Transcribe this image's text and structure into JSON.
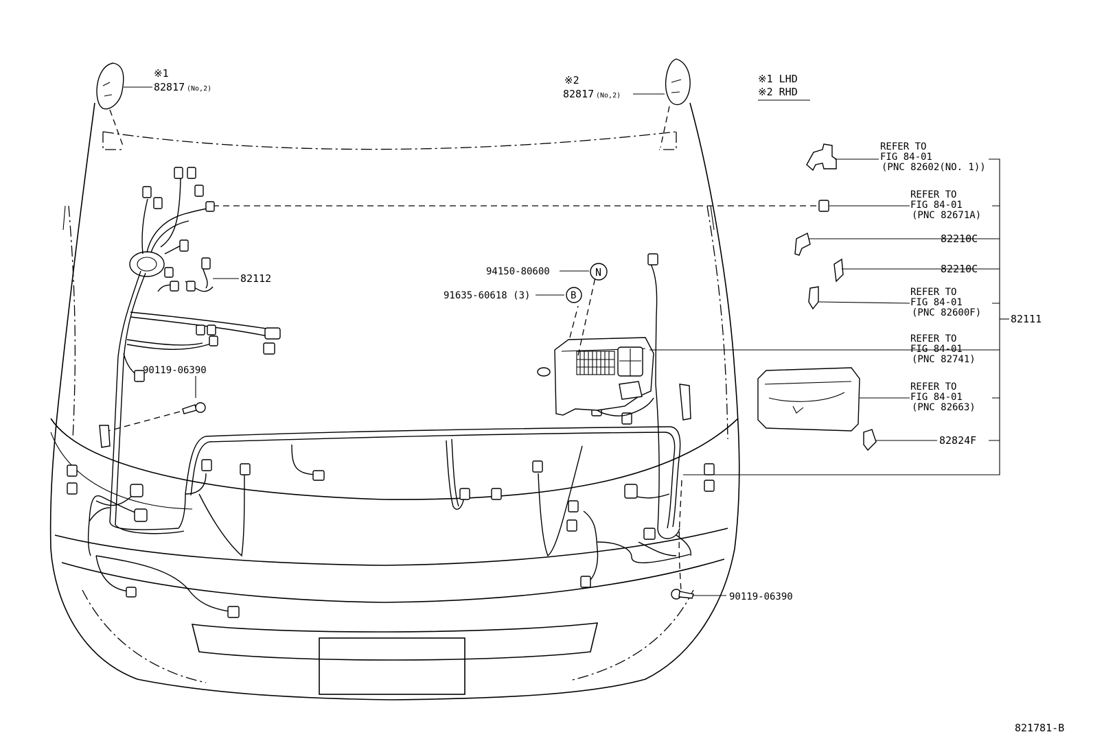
{
  "notes": {
    "lhd": "※1 LHD",
    "rhd": "※2 RHD"
  },
  "callouts": {
    "p82817_left_mark": "※1",
    "p82817_left_num": "82817",
    "p82817_left_sup": "(No,2)",
    "p82817_right_mark": "※2",
    "p82817_right_num": "82817",
    "p82817_right_sup": "(No,2)",
    "p82112": "82112",
    "p94150": "94150-80600",
    "p91635": "91635-60618 (3)",
    "circle_n": "N",
    "circle_b": "B",
    "p90119_left": "90119-06390",
    "p90119_right": "90119-06390",
    "p82111": "82111"
  },
  "refs": [
    {
      "line1": "REFER TO",
      "line2": "FIG 84-01",
      "line3": "(PNC 82602(NO. 1))"
    },
    {
      "line1": "REFER TO",
      "line2": "FIG 84-01",
      "line3": "(PNC 82671A)"
    },
    {
      "part": "82210C"
    },
    {
      "part": "82210C"
    },
    {
      "line1": "REFER TO",
      "line2": "FIG 84-01",
      "line3": "(PNC 82600F)"
    },
    {
      "line1": "REFER TO",
      "line2": "FIG 84-01",
      "line3": "(PNC 82741)"
    },
    {
      "line1": "REFER TO",
      "line2": "FIG 84-01",
      "line3": "(PNC 82663)"
    },
    {
      "part": "82824F"
    }
  ],
  "figure_id": "821781-B"
}
